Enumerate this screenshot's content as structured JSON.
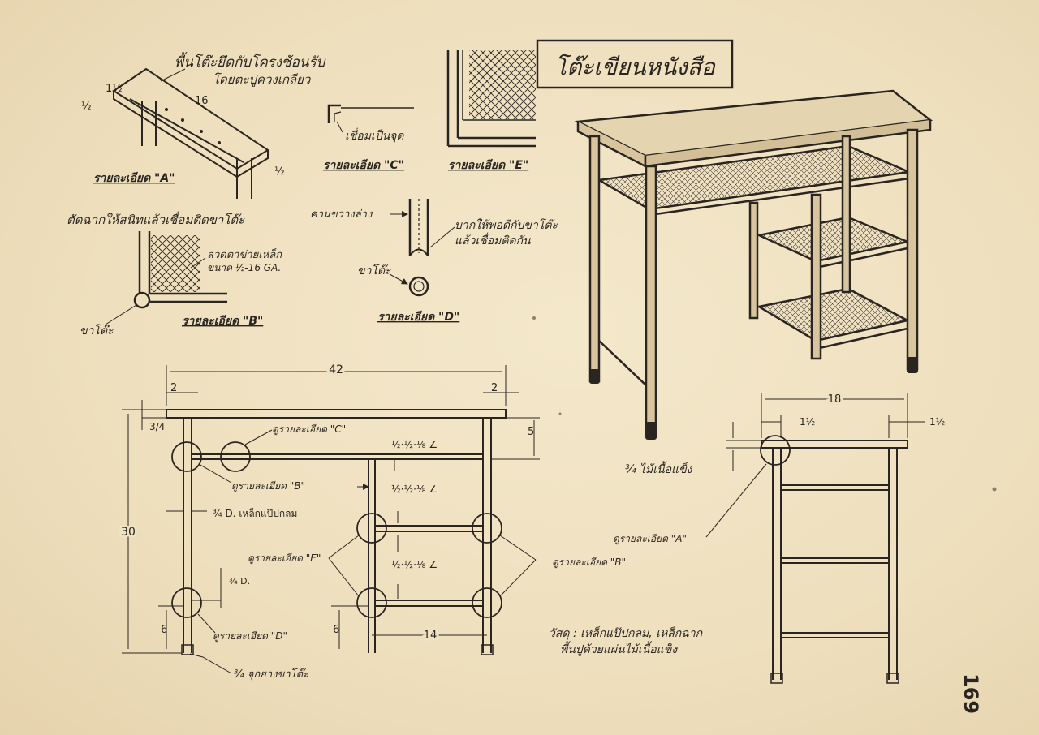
{
  "title": "โต๊ะเขียนหนังสือ",
  "page_number": "169",
  "materials": {
    "line1": "วัสดุ : เหล็กแป๊ปกลม, เหล็กฉาก",
    "line2": "พื้นปูด้วยแผ่นไม้เนื้อแข็ง"
  },
  "details": {
    "a": {
      "heading": "พื้นโต๊ะยึดกับโครงซ้อนรับ",
      "subheading": "โดยตะปูควงเกลียว",
      "label": "รายละเอียด \"A\"",
      "dims": {
        "top": "1½",
        "side": "½",
        "length": "16",
        "right": "½"
      }
    },
    "b": {
      "heading": "ตัดฉากให้สนิทแล้วเชื่อมติดขาโต๊ะ",
      "mesh_note_1": "ลวดตาข่ายเหล็ก",
      "mesh_note_2": "ขนาด ½-16 GA.",
      "leg_note": "ขาโต๊ะ",
      "label": "รายละเอียด \"B\""
    },
    "c": {
      "weld_note": "เชื่อมเป็นจุด",
      "label": "รายละเอียด \"C\""
    },
    "d": {
      "brace_note": "คานขวางล่าง",
      "cut_note_1": "บากให้พอดีกับขาโต๊ะ",
      "cut_note_2": "แล้วเชื่อมติดกัน",
      "leg_note": "ขาโต๊ะ",
      "label": "รายละเอียด \"D\""
    },
    "e": {
      "label": "รายละเอียด \"E\""
    }
  },
  "front_view": {
    "width": "42",
    "overhang_left": "2",
    "overhang_right": "2",
    "top_thickness": "3/4",
    "apron": "5",
    "height": "30",
    "angle_1": "½·½·⅛ ∠",
    "angle_2": "½·½·⅛ ∠",
    "angle_3": "½·½·⅛ ∠",
    "pipe_note": "¾ D. เหล็กแป๊ปกลม",
    "pipe_small": "¾ D.",
    "foot_left": "6",
    "foot_right": "6",
    "cabinet_width": "14",
    "callout_c": "ดูรายละเอียด \"C\"",
    "callout_b1": "ดูรายละเอียด \"B\"",
    "callout_e": "ดูรายละเอียด \"E\"",
    "callout_b2": "ดูรายละเอียด \"B\"",
    "callout_d": "ดูรายละเอียด \"D\"",
    "cap_note": "¾ จุกยางขาโต๊ะ"
  },
  "side_view": {
    "depth": "18",
    "inset_left": "1½",
    "inset_right": "1½",
    "top_note": "¾ ไม้เนื้อแข็ง",
    "callout_a": "ดูรายละเอียด \"A\""
  }
}
